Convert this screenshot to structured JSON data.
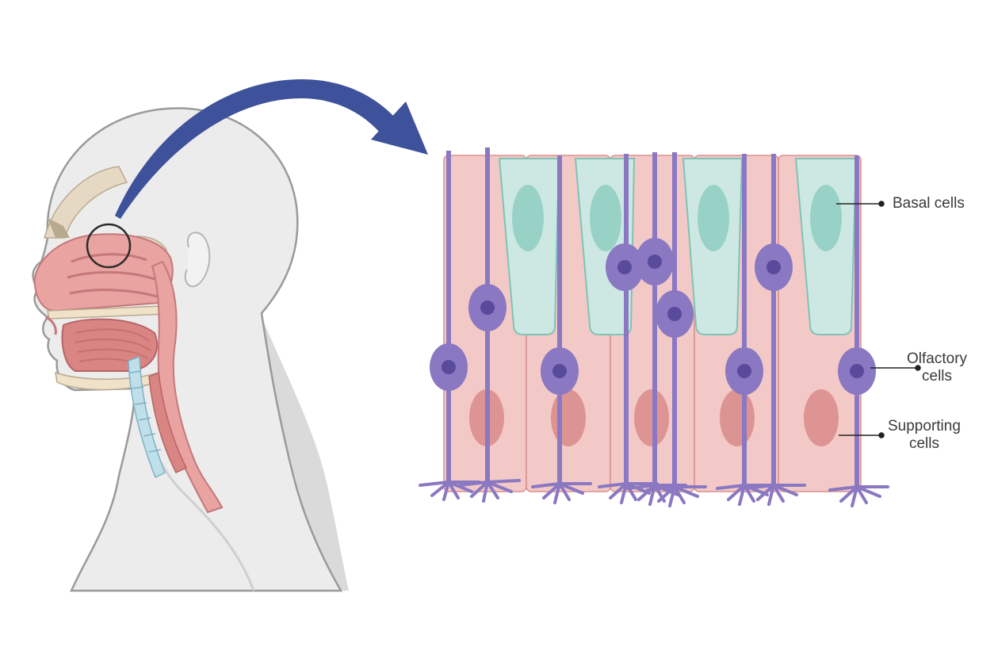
{
  "labels": {
    "basal": "Basal cells",
    "olfactory_line1": "Olfactory",
    "olfactory_line2": "cells",
    "supporting_line1": "Supporting",
    "supporting_line2": "cells"
  },
  "colors": {
    "head_fill": "#ececec",
    "head_stroke": "#9a9a9a",
    "neck_shade": "#dcdcdc",
    "nasal_tissue": "#e9a3a0",
    "nasal_dark": "#d77f80",
    "bone": "#e6d9c3",
    "arrow": "#3e519b",
    "supporting_cell": "#f3c9c7",
    "supporting_cell_stroke": "#d9908f",
    "supporting_nucleus": "#d98b89",
    "basal_cell": "#cde8e2",
    "basal_cell_stroke": "#7fc3b5",
    "basal_nucleus": "#98d2c6",
    "neuron": "#8a78c2",
    "neuron_dark": "#5a4a9c",
    "leader_line": "#222222"
  },
  "icons": {
    "head": "head-profile",
    "arrow": "curved-arrow",
    "zoom": "magnifier-circle"
  }
}
